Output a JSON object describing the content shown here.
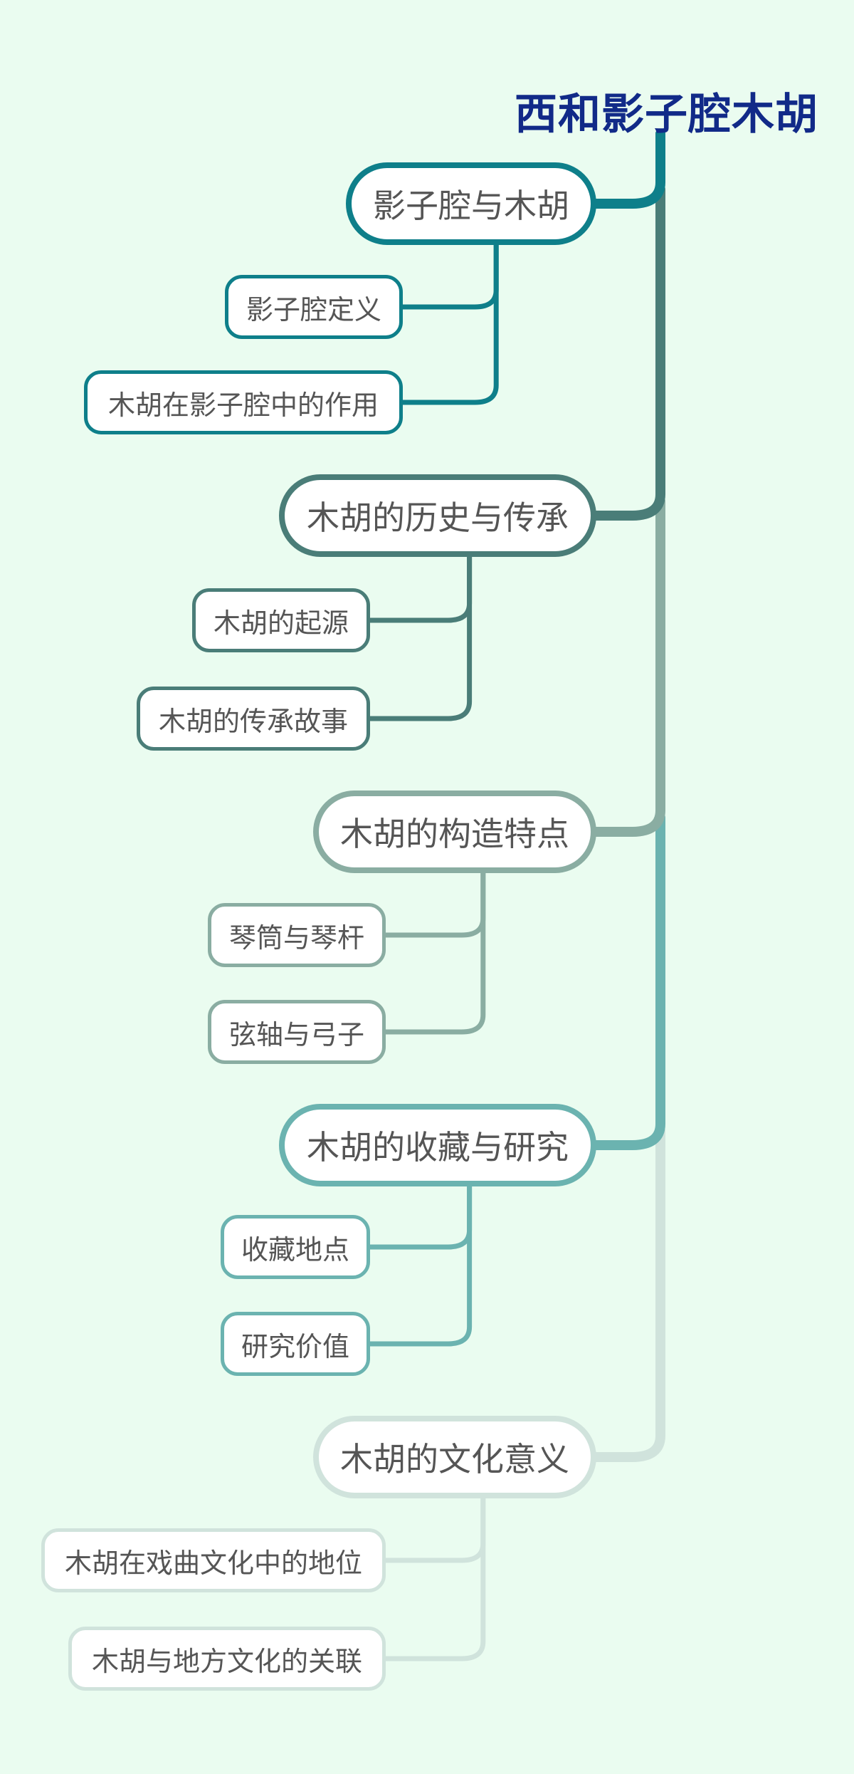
{
  "title": "西和影子腔木胡",
  "branches": [
    {
      "label": "影子腔与木胡",
      "color": "#0e7f8a",
      "children": [
        "影子腔定义",
        "木胡在影子腔中的作用"
      ]
    },
    {
      "label": "木胡的历史与传承",
      "color": "#4a7d78",
      "children": [
        "木胡的起源",
        "木胡的传承故事"
      ]
    },
    {
      "label": "木胡的构造特点",
      "color": "#8aada2",
      "children": [
        "琴筒与琴杆",
        "弦轴与弓子"
      ]
    },
    {
      "label": "木胡的收藏与研究",
      "color": "#6bb3b0",
      "children": [
        "收藏地点",
        "研究价值"
      ]
    },
    {
      "label": "木胡的文化意义",
      "color": "#d0e3dc",
      "children": [
        "木胡在戏曲文化中的地位",
        "木胡与地方文化的关联"
      ]
    }
  ]
}
